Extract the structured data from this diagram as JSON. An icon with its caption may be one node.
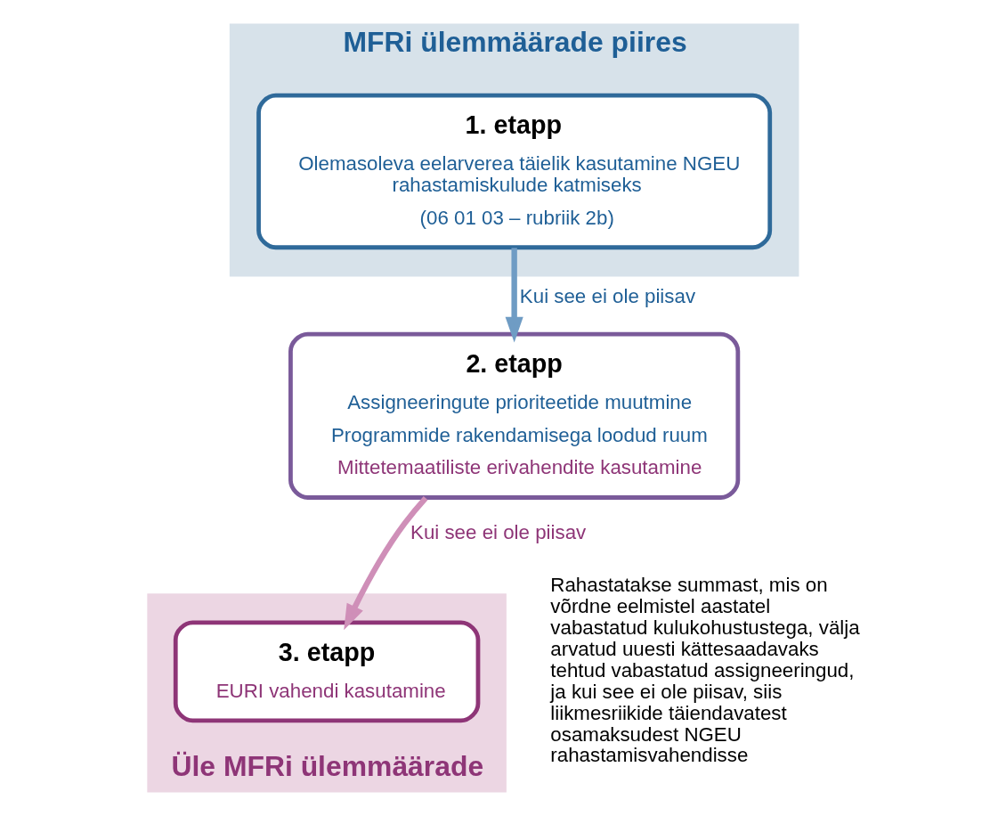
{
  "diagram": {
    "nodes": [
      {
        "text": [
          "MFRi ülemmäärade piires"
        ]
      },
      {
        "text": [
          "1. etapp",
          "Olemasoleva eelarverea täielik kasutamine NGEU rahastamiskulude katmiseks",
          "(06 01 03 – rubriik 2b)"
        ],
        "in": 0
      },
      {
        "text": [
          "2. etapp",
          "Assigneeringute prioriteetide muutmine",
          "Programmide rakendamisega loodud ruum",
          "Mittetemaatiliste erivahendite kasutamine"
        ]
      },
      {
        "text": [
          "Üle MFRi ülemmäärade"
        ]
      },
      {
        "text": [
          "3. etapp",
          "EURI vahendi kasutamine"
        ],
        "in": 3
      }
    ],
    "edges": [
      {
        "from": 1,
        "to": 2,
        "arrow": "to",
        "label": "Kui see ei ole piisav",
        "color": "#6f9cc4"
      },
      {
        "from": 2,
        "to": 4,
        "arrow": "to",
        "label": "Kui see ei ole piisav",
        "color": "#cf8fb8"
      }
    ],
    "labels": [
      "Rahastatakse summast, mis on võrdne eelmistel aastatel vabastatud kulukohustustega, välja arvatud uuesti kättesaadavaks tehtud vabastatud assigneeringud, ja kui see ei ole piisav, siis liikmesriikide täiendavatest osamaksudest NGEU rahastamisvahendisse"
    ]
  }
}
